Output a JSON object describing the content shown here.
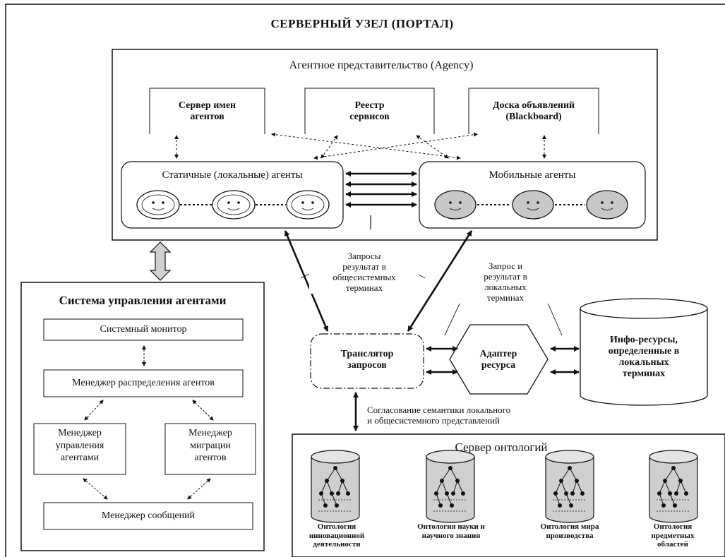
{
  "portal_title": "СЕРВЕРНЫЙ УЗЕЛ (ПОРТАЛ)",
  "agency": {
    "title": "Агентное представительство (Agency)",
    "agent_server": [
      "Сервер имен",
      "агентов"
    ],
    "service_registry": [
      "Реестр",
      "сервисов"
    ],
    "blackboard": [
      "Доска объявлений",
      "(Blackboard)"
    ],
    "static_agents": "Статичные (локальные) агенты",
    "mobile_agents": "Мобильные агенты"
  },
  "flow_labels": {
    "queries_common": [
      "Запросы",
      "результат в",
      "общесистемных",
      "терминах"
    ],
    "queries_local": [
      "Запрос и",
      "результат в",
      "локальных",
      "терминах"
    ],
    "semantic_match": [
      "Согласование семантики локального",
      "и общесистемного представлений"
    ]
  },
  "translator": [
    "Транслятор",
    "запросов"
  ],
  "adapter": [
    "Адаптер",
    "ресурса"
  ],
  "info_resources": [
    "Инфо-ресурсы,",
    "определенные в",
    "локальных",
    "терминах"
  ],
  "ams": {
    "title": "Система управления агентами",
    "system_monitor": "Системный монитор",
    "distribution_manager": "Менеджер распределения агентов",
    "control_manager": [
      "Менеджер",
      "управления",
      "агентами"
    ],
    "migration_manager": [
      "Менеджер",
      "миграции",
      "агентов"
    ],
    "message_manager": "Менеджер сообщений"
  },
  "ontology_server": {
    "title": "Сервер онтологий",
    "items": [
      [
        "Онтология",
        "инновационной",
        "деятельности"
      ],
      [
        "Онтология науки и",
        "научного знания"
      ],
      [
        "Онтология мира",
        "производства"
      ],
      [
        "Онтология",
        "предметных",
        "областей"
      ]
    ]
  }
}
